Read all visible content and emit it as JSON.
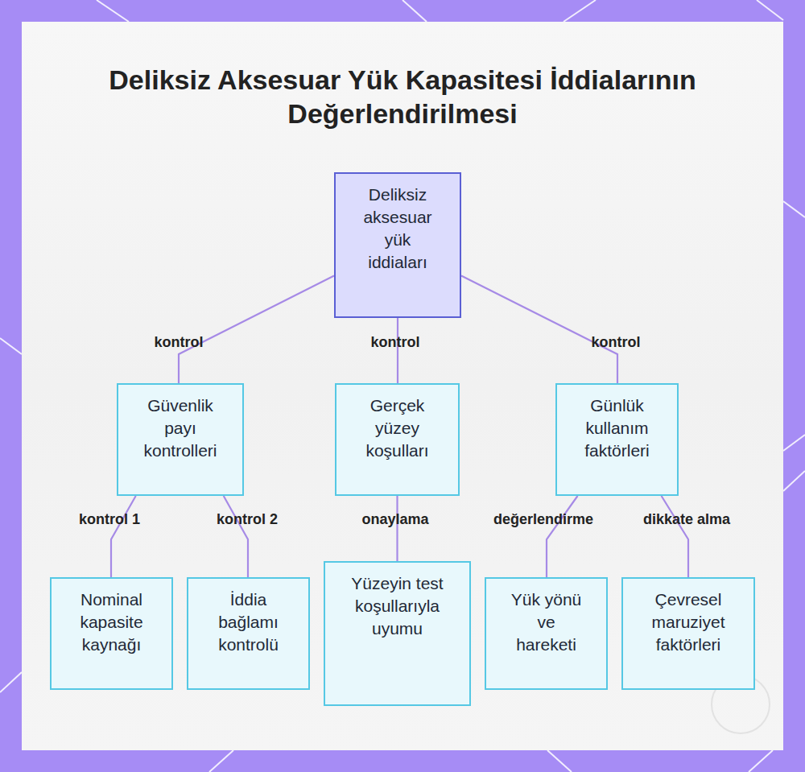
{
  "diagram": {
    "title": "Deliksiz Aksesuar Yük Kapasitesi İddialarının Değerlendirilmesi",
    "nodes": [
      {
        "text": [
          "Deliksiz aksesuar yük iddiaları"
        ]
      },
      {
        "text": [
          "Güvenlik payı kontrolleri"
        ]
      },
      {
        "text": [
          "Gerçek yüzey koşulları"
        ]
      },
      {
        "text": [
          "Günlük kullanım faktörleri"
        ]
      },
      {
        "text": [
          "Nominal kapasite kaynağı"
        ]
      },
      {
        "text": [
          "İddia bağlamı kontrolü"
        ]
      },
      {
        "text": [
          "Yüzeyin test koşullarıyla uyumu"
        ]
      },
      {
        "text": [
          "Yük yönü ve hareketi"
        ]
      },
      {
        "text": [
          "Çevresel maruziyet faktörleri"
        ]
      }
    ],
    "edges": [
      {
        "from": 0,
        "to": 1,
        "label": "kontrol",
        "arrow": "none"
      },
      {
        "from": 0,
        "to": 2,
        "label": "kontrol",
        "arrow": "none"
      },
      {
        "from": 0,
        "to": 3,
        "label": "kontrol",
        "arrow": "none"
      },
      {
        "from": 1,
        "to": 4,
        "label": "kontrol 1",
        "arrow": "none"
      },
      {
        "from": 1,
        "to": 5,
        "label": "kontrol 2",
        "arrow": "none"
      },
      {
        "from": 2,
        "to": 6,
        "label": "onaylama",
        "arrow": "none"
      },
      {
        "from": 3,
        "to": 7,
        "label": "değerlendirme",
        "arrow": "none"
      },
      {
        "from": 3,
        "to": 8,
        "label": "dikkate alma",
        "arrow": "none"
      }
    ]
  }
}
